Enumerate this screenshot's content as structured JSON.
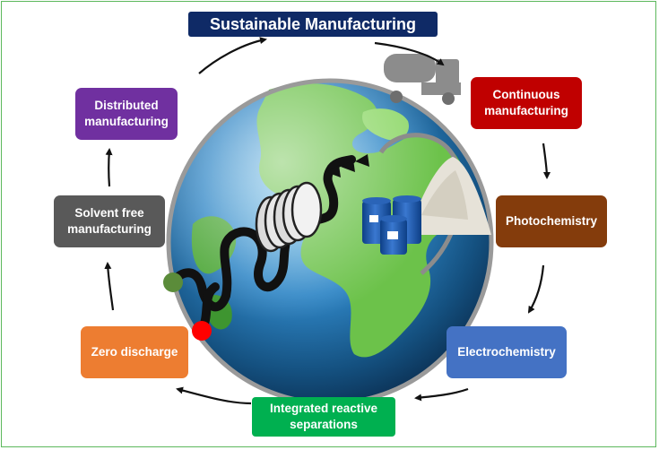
{
  "title": "Sustainable Manufacturing",
  "steps": [
    {
      "label": "Continuous\nmanufacturing",
      "color": "#c00000"
    },
    {
      "label": "Photochemistry",
      "color": "#843c0c"
    },
    {
      "label": "Electrochemistry",
      "color": "#4472c4"
    },
    {
      "label": "Integrated reactive\nseparations",
      "color": "#00b050"
    },
    {
      "label": "Zero discharge",
      "color": "#ed7d31"
    },
    {
      "label": "Solvent free\nmanufacturing",
      "color": "#595959"
    },
    {
      "label": "Distributed\nmanufacturing",
      "color": "#7030a0"
    }
  ],
  "illustration": {
    "center": "earth-globe",
    "items": [
      "coil-reactor-icon",
      "chemical-barrels-icon",
      "powder-pile-icon",
      "tanker-truck-icon"
    ],
    "inlet_color": "#5b8c3a",
    "outlet_color": "#ff0000"
  }
}
